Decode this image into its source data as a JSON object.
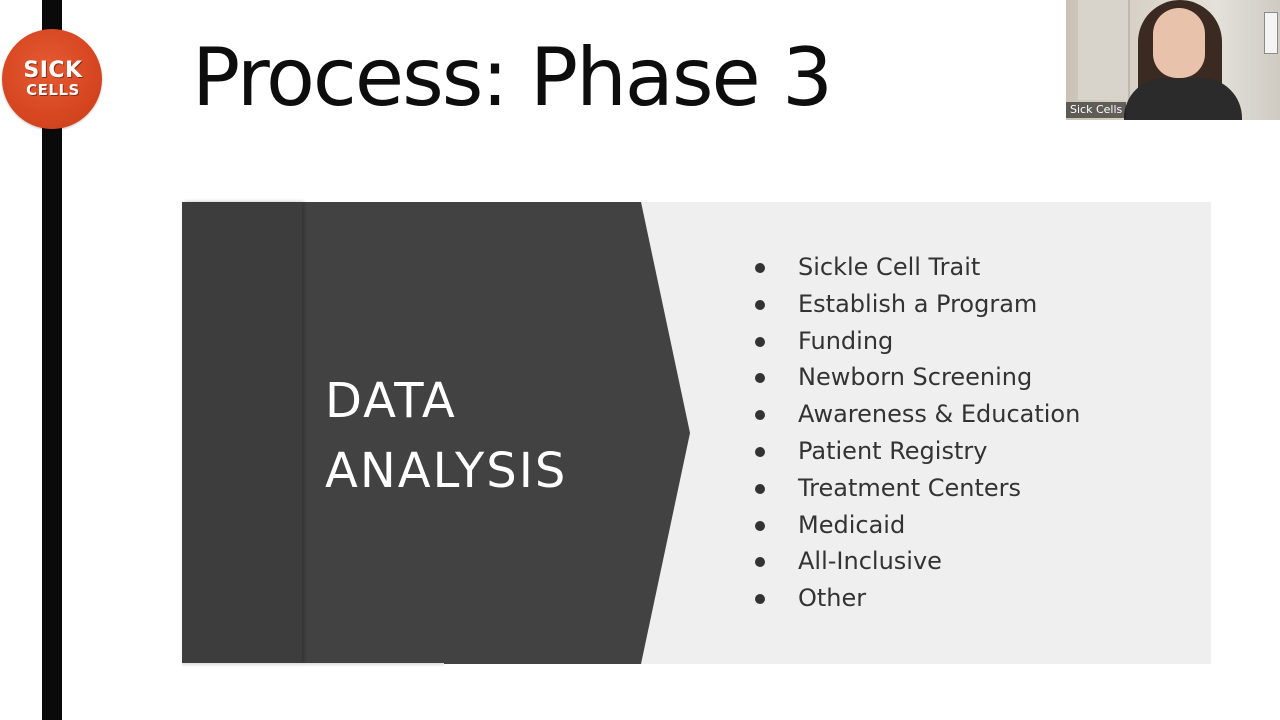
{
  "logo": {
    "line1": "SICK",
    "line2": "CELLS"
  },
  "slide": {
    "title": "Process: Phase 3",
    "section_heading": [
      "DATA",
      "ANALYSIS"
    ],
    "bullets": [
      "Sickle Cell Trait",
      "Establish a Program",
      "Funding",
      "Newborn Screening",
      "Awareness & Education",
      "Patient Registry",
      "Treatment Centers",
      "Medicaid",
      "All-Inclusive",
      "Other"
    ]
  },
  "video": {
    "participant_name": "Sick Cells"
  },
  "colors": {
    "logo_accent": "#d64621",
    "dark_panel": "#424242",
    "light_panel": "#efefef",
    "text": "#333333"
  }
}
